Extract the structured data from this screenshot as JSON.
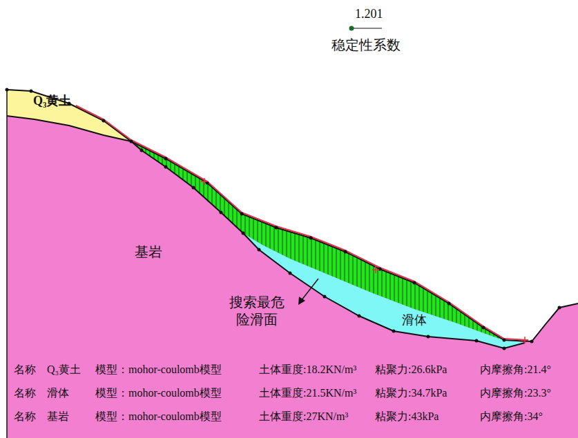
{
  "diagram": {
    "labels": [
      "1.201",
      "稳定性系数",
      "Q₃黄土",
      "基岩",
      "搜索最危险滑面",
      "滑体",
      "名称",
      "Q₃黄土",
      "模型：mohor-coulomb模型",
      "土体重度:18.2KN/m³",
      "粘聚力:26.6kPa",
      "内摩擦角:21.4°",
      "名称",
      "滑体",
      "模型：mohor-coulomb模型",
      "土体重度:21.5KN/m³",
      "粘聚力:34.7kPa",
      "内摩擦角:23.3°",
      "名称",
      "基岩",
      "模型：mohor-coulomb模型",
      "土体重度:27KN/m³",
      "粘聚力:43kPa",
      "内摩擦角:34°"
    ]
  }
}
